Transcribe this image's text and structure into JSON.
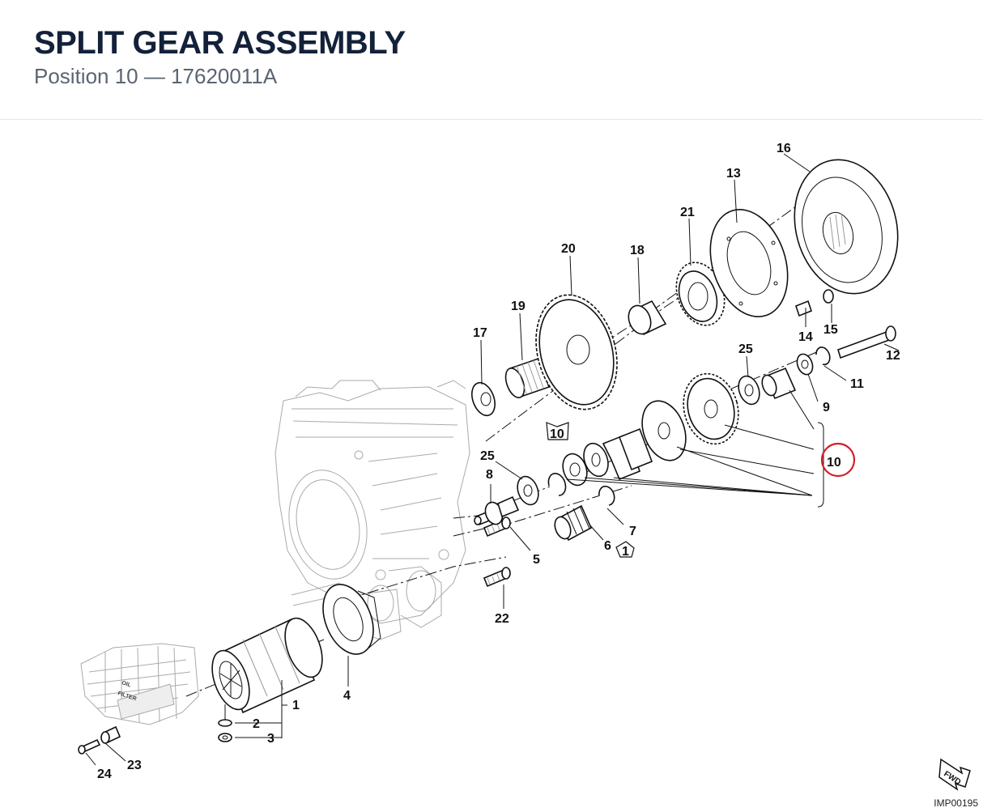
{
  "header": {
    "title": "SPLIT GEAR ASSEMBLY",
    "subtitle": "Position 10 — 17620011A"
  },
  "labels": {
    "p1": "1",
    "p2": "2",
    "p3": "3",
    "p4": "4",
    "p5": "5",
    "p6": "6",
    "p7": "7",
    "p8": "8",
    "p9": "9",
    "p10": "10",
    "p11": "11",
    "p12": "12",
    "p13": "13",
    "p14": "14",
    "p15": "15",
    "p16": "16",
    "p17": "17",
    "p18": "18",
    "p19": "19",
    "p20": "20",
    "p21": "21",
    "p22": "22",
    "p23": "23",
    "p24": "24",
    "p25a": "25",
    "p25b": "25",
    "callout_pent10": "10",
    "callout_pent1": "1"
  },
  "highlight": {
    "label": "10",
    "color": "#d21f2b"
  },
  "decals": {
    "oil": "OIL",
    "filter": "FILTER",
    "fwd": "FWD"
  },
  "footer": {
    "reference": "IMP00195"
  },
  "icons": [
    "fwd-arrow-icon",
    "pentagon-callout-icon"
  ]
}
